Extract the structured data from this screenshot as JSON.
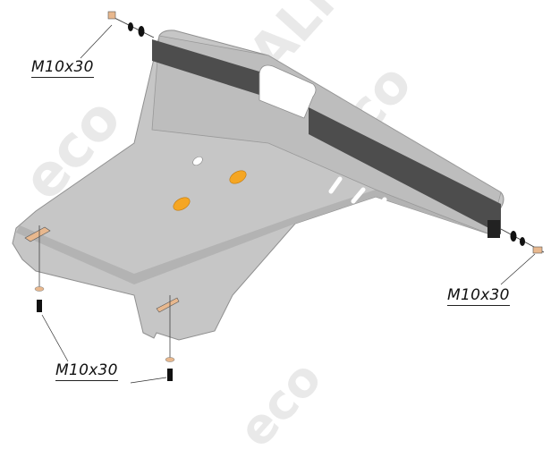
{
  "diagram": {
    "subject": "Underbody skid plate mounting diagram",
    "watermark": {
      "brand_a": "ALF",
      "brand_b": "eco"
    },
    "colors": {
      "plate": "#c6c6c6",
      "plate_edge": "#9a9a9a",
      "plate_shadow": "#4d4d4d",
      "bracket": "#e8b88e",
      "pad": "#f5a623",
      "label_text": "#111111",
      "leader_line": "#333333"
    },
    "labels": [
      {
        "id": "top-left",
        "text": "M10x30"
      },
      {
        "id": "right",
        "text": "M10x30"
      },
      {
        "id": "bottom",
        "text": "M10x30"
      }
    ],
    "parts": {
      "bolts": 4,
      "front_slots": 3,
      "orange_pads": 2
    }
  }
}
